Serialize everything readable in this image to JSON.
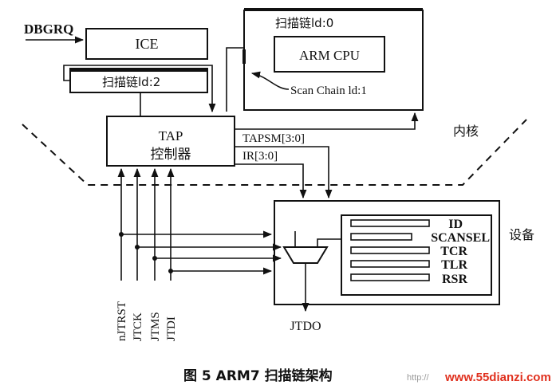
{
  "signals": {
    "dbgrq": "DBGRQ",
    "tapsm": "TAPSM[3:0]",
    "ir": "IR[3:0]",
    "jtdo": "JTDO",
    "scan_chain_1": "Scan Chain ld:1",
    "inputs": [
      "nJTRST",
      "JTCK",
      "JTMS",
      "JTDI"
    ]
  },
  "blocks": {
    "ice": "ICE",
    "scan_chain_0": "扫描链ld:0",
    "arm_cpu": "ARM CPU",
    "scan_chain_2": "扫描链ld:2",
    "tap_line1": "TAP",
    "tap_line2": "控制器",
    "device_registers": [
      "ID",
      "SCANSEL",
      "TCR",
      "TLR",
      "RSR"
    ]
  },
  "regions": {
    "core": "内核",
    "device": "设备"
  },
  "caption": "图 5    ARM7 扫描链架构",
  "watermark": {
    "prefix": "http://",
    "site": "www.55dianzi.com"
  }
}
